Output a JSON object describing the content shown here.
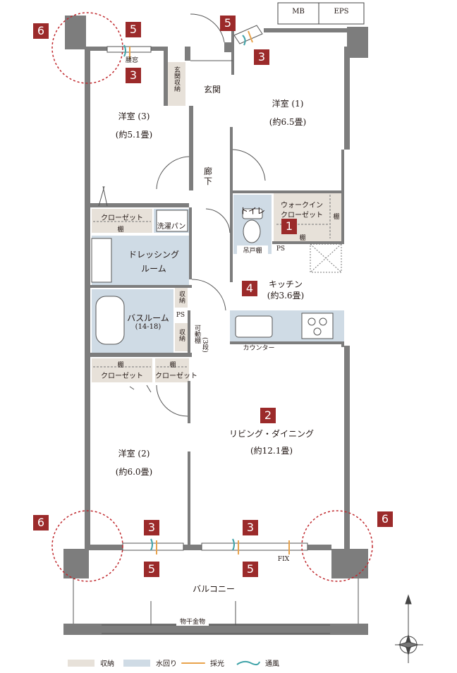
{
  "meter_labels": [
    "MB",
    "EPS"
  ],
  "rooms": {
    "western1": {
      "name": "洋室 (1)",
      "size": "(約6.5畳)"
    },
    "western2": {
      "name": "洋室 (2)",
      "size": "(約6.0畳)"
    },
    "western3": {
      "name": "洋室 (3)",
      "size": "(約5.1畳)"
    },
    "entrance": "玄関",
    "entrance_storage": "玄関収納",
    "hallway": "廊下",
    "toilet": "トイレ",
    "toilet_shelf": "吊戸棚",
    "walkin_closet_line1": "ウォークイン",
    "walkin_closet_line2": "クローゼット",
    "closet": "クローゼット",
    "shelf": "棚",
    "laundry_pan": "洗濯パン",
    "dressing_line1": "ドレッシング",
    "dressing_line2": "ルーム",
    "bathroom": "バスルーム",
    "bathroom_size": "(14-18)",
    "storage": "収納",
    "ps": "PS",
    "movable_shelf": "可動棚",
    "movable_shelf_count": "(3段)",
    "kitchen": "キッチン",
    "kitchen_size": "(約3.6畳)",
    "counter": "カウンター",
    "living_dining": "リビング・ダイニング",
    "living_dining_size": "(約12.1畳)",
    "balcony": "バルコニー",
    "fix": "FIX",
    "drying_rack": "物干金物",
    "high_window": "腰窓"
  },
  "badges": [
    "6",
    "5",
    "3",
    "5",
    "3",
    "1",
    "4",
    "2",
    "6",
    "3",
    "5",
    "3",
    "5",
    "6"
  ],
  "legend": [
    {
      "label": "収納",
      "color": "#e7e1d9"
    },
    {
      "label": "水回り",
      "color": "#cfdbe5"
    },
    {
      "label": "採光"
    },
    {
      "label": "通風"
    }
  ],
  "colors": {
    "accent": "#9b2a2a",
    "storage": "#e7e1d9",
    "wet_area": "#cfdbe5",
    "wall": "#7d7d7d",
    "daylight": "#e8a34c",
    "ventilation": "#3fa3a8"
  }
}
